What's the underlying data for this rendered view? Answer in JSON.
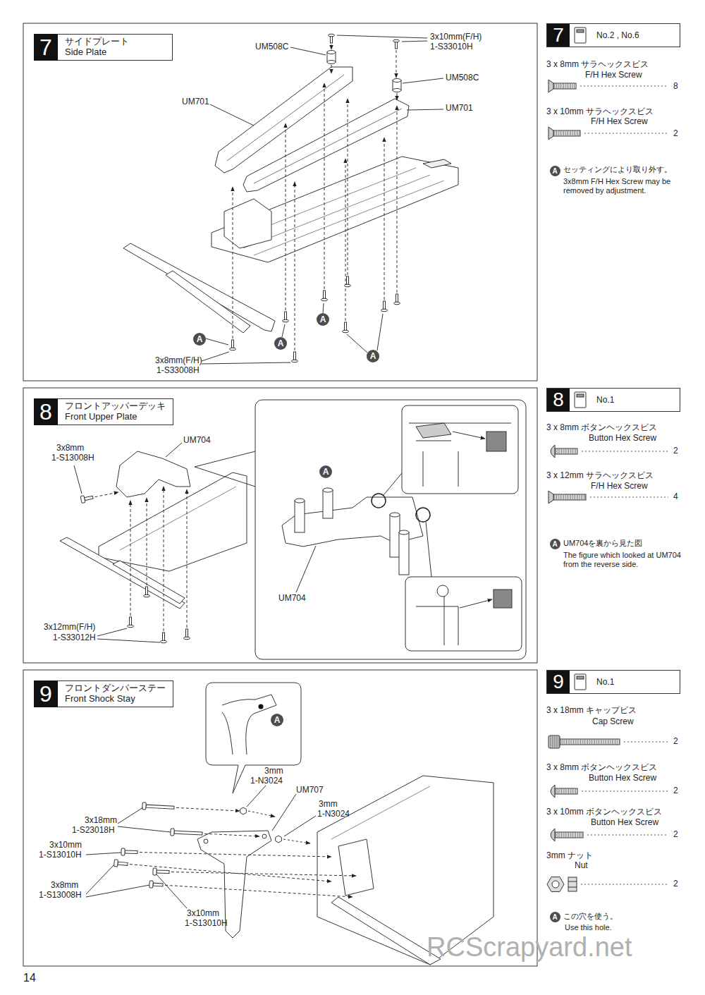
{
  "diagram": {
    "nodes": [
      {
        "text": [
          "7",
          "サイドプレート",
          "Side Plate"
        ]
      },
      {
        "text": [
          "7",
          "No.2 , No.6"
        ]
      },
      {
        "text": [
          "A"
        ]
      },
      {
        "text": [
          "A"
        ]
      },
      {
        "text": [
          "A"
        ]
      },
      {
        "text": [
          "A"
        ]
      },
      {
        "text": [
          "A"
        ]
      },
      {
        "text": [
          "8",
          "フロントアッパーデッキ",
          "Front Upper Plate"
        ]
      },
      {
        "text": [
          "8",
          "No.1"
        ]
      },
      {
        "text": [
          "A"
        ]
      },
      {
        "text": [
          "A"
        ]
      },
      {
        "text": [
          "9",
          "フロントダンパーステー",
          "Front Shock Stay"
        ]
      },
      {
        "text": [
          "9",
          "No.1"
        ]
      },
      {
        "text": [
          "A"
        ]
      },
      {
        "text": [
          "A"
        ]
      }
    ],
    "labels": [
      "3x10mm(F/H)",
      "1-S33010H",
      "UM508C",
      "UM701",
      "UM508C",
      "UM701",
      "3x8mm(F/H)",
      "1-S33008H",
      "3 x 8mm サラヘックスビス",
      "F/H Hex Screw",
      "8",
      "3 x 10mm サラヘックスビス",
      "F/H Hex Screw",
      "2",
      "セッティングにより取り外す。",
      "3x8mm F/H Hex Screw may be removed by adjustment.",
      "UM704",
      "3x8mm",
      "1-S13008H",
      "3x12mm(F/H)",
      "1-S33012H",
      "UM704",
      "3 x 8mm ボタンヘックスビス",
      "Button Hex Screw",
      "2",
      "3 x 12mm サラヘックスビス",
      "F/H Hex Screw",
      "4",
      "UM704を裏から見た図",
      "The figure which looked at UM704 from the reverse side.",
      "3mm",
      "1-N3024",
      "UM707",
      "3mm",
      "1-N3024",
      "3x18mm",
      "1-S23018H",
      "3x10mm",
      "1-S13010H",
      "3x8mm",
      "1-S13008H",
      "3x10mm",
      "1-S13010H",
      "3 x 18mm キャップビス",
      "Cap Screw",
      "2",
      "3 x 8mm ボタンヘックスビス",
      "Button Hex Screw",
      "2",
      "3 x 10mm ボタンヘックスビス",
      "Button Hex Screw",
      "2",
      "3mm ナット",
      "Nut",
      "2",
      "この穴を使う。",
      "Use this hole.",
      "RCScrapyard.net",
      "14"
    ]
  }
}
